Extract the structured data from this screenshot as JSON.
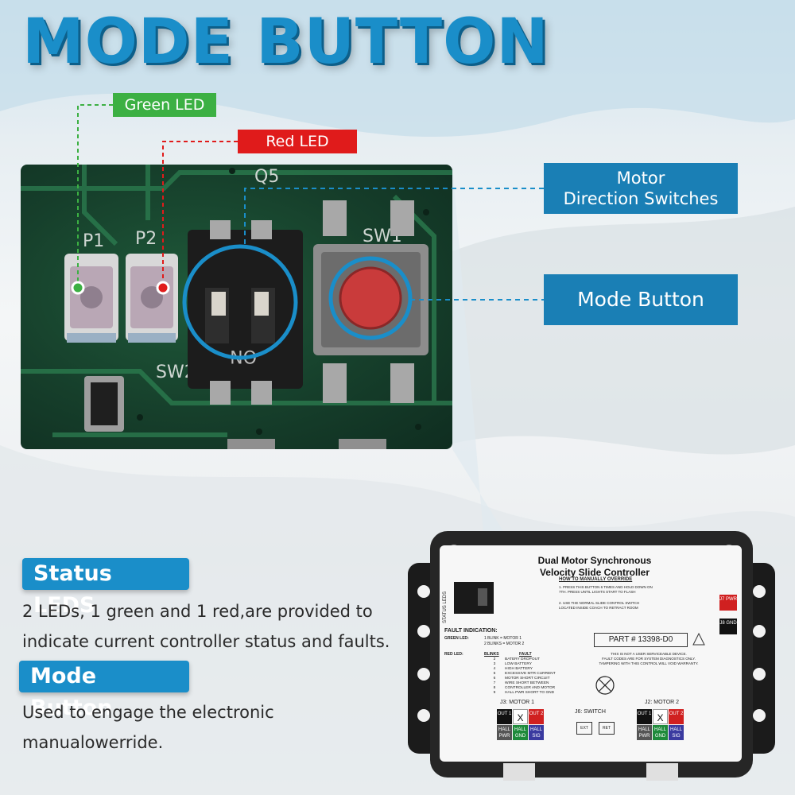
{
  "title": "MODE BUTTON",
  "callouts": {
    "green_led": "Green LED",
    "red_led": "Red LED",
    "motor_direction": [
      "Motor",
      "Direction Switches"
    ],
    "mode_button": "Mode Button"
  },
  "pcb_labels": {
    "q5": "Q5",
    "p1": "P1",
    "p2": "P2",
    "sw1": "SW1",
    "sw2": "SW2",
    "on": "ON"
  },
  "status": {
    "heading": "Status LEDS",
    "text": "2 LEDs, 1 green and 1 red,are provided to indicate current controller status and faults."
  },
  "mode": {
    "heading": "Mode Button",
    "text": "Used to engage the electronic manualowerride."
  },
  "controller": {
    "title_line1": "Dual Motor Synchronous",
    "title_line2": "Velocity Slide Controller",
    "status_leds": "STATUS LEDS",
    "override_heading": "HOW TO MANUALLY OVERRIDE",
    "override_step1": "1. PRESS THIS BUTTON 6 TIMES AND HOLD DOWN ON 7TH. PRESS UNTIL LIGHTS START TO FLASH",
    "override_step2": "2. USE THE NORMAL SLIDE CONTROL SWITCH LOCATED INSIDE COACH TO RETRACT ROOM",
    "fault_heading": "FAULT INDICATION:",
    "green_led_label": "GREEN LED:",
    "green_led_1": "1 BLINK = MOTOR 1",
    "green_led_2": "2 BLINKS = MOTOR 2",
    "red_led_label": "RED LED:",
    "blinks_header": "BLINKS",
    "fault_header": "FAULT",
    "faults": [
      {
        "blinks": "2",
        "fault": "BATERY DROPOUT"
      },
      {
        "blinks": "3",
        "fault": "LOW BATTERY"
      },
      {
        "blinks": "4",
        "fault": "HIGH BATTERY"
      },
      {
        "blinks": "5",
        "fault": "EXCESSIVE MTR CURRENT"
      },
      {
        "blinks": "6",
        "fault": "MOTOR SHORT CIRCUIT"
      },
      {
        "blinks": "7",
        "fault": "WIRE SHORT BETWEEN"
      },
      {
        "blinks": "8",
        "fault": "CONTROLLER AND MOTOR"
      },
      {
        "blinks": "9",
        "fault": "HALL PWR SHORT TO GND"
      }
    ],
    "part_number": "PART # 13398-D0",
    "notice_1": "THIS IS NOT A USER SERVICEABLE DEVICE.",
    "notice_2": "FAULT CODES ARE FOR SYSTEM DIAGNOSTICS ONLY.",
    "notice_3": "TAMPERING WITH THIS CONTROL WILL VOID WARRANTY.",
    "j7": "J7 PWR",
    "j8": "J8 GND",
    "j3": "J3: MOTOR 1",
    "j6": "J6: SWITCH",
    "j2": "J2: MOTOR 2",
    "ext": "EXT",
    "ret": "RET",
    "out1": "OUT 1",
    "out2": "OUT 2",
    "x": "X",
    "hall_pwr": "HALL PWR",
    "hall_gnd": "HALL GND",
    "hall_sig": "HALL SIG"
  },
  "colors": {
    "brand_blue": "#1a8ec9",
    "callout_blue": "#1a7fb5",
    "green": "#3cb043",
    "red": "#e01b1b",
    "pcb": "#163f2b"
  }
}
